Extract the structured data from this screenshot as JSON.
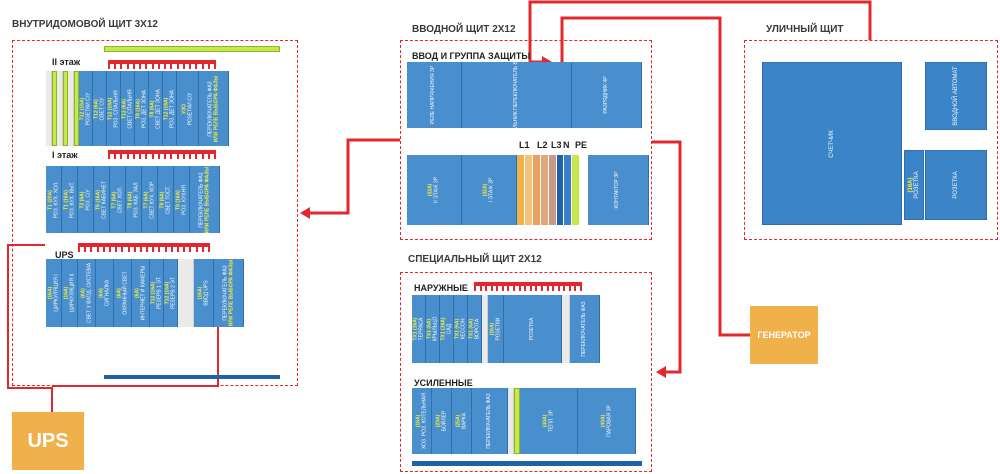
{
  "panels": {
    "internal": {
      "title": "ВНУТРИДОМОВОЙ ЩИТ 3Х12",
      "floor2": {
        "label": "II этаж",
        "modules": [
          {
            "rating": "T12 (16А)",
            "name": "РОЗЕТКИ С/У"
          },
          {
            "rating": "T12 (6А)",
            "name": "СВЕТ С/У"
          },
          {
            "rating": "T12 (16А)",
            "name": "РОЗ. СПАЛЬНЯ"
          },
          {
            "rating": "T12 (6А)",
            "name": "СВЕТ СПАЛЬНЯ"
          },
          {
            "rating": "T8 (16А)",
            "name": "РОЗ. ДЕТ ЗОНА"
          },
          {
            "rating": "T8 (6А)",
            "name": "СВЕТ ДЕТ ЗОНА"
          },
          {
            "rating": "T12 (16А)",
            "name": "РОЗ. ДЕТ ЗОНА"
          },
          {
            "rating": "УЗО",
            "name": "РОЗЕТКИ С/У"
          },
          {
            "rating": "",
            "name": "ПЕРЕКЛЮЧАТЕЛЬ ФАЗ",
            "extra": "ИЛИ РЕЛЕ ВЫБОРА ФАЗЫ"
          }
        ]
      },
      "floor1": {
        "label": "I этаж",
        "modules": [
          {
            "rating": "T1 (20А)",
            "name": "РОЗ. КУХ. ХОЛ."
          },
          {
            "rating": "T1 (16А)",
            "name": "РОЗ. КУХ. ВЫТ."
          },
          {
            "rating": "T2 (6А)",
            "name": "РОЗ. С/У"
          },
          {
            "rating": "T6 (16А)",
            "name": "СВЕТ КАБИНЕТ"
          },
          {
            "rating": "T7 (6А)",
            "name": "СВЕТ ХОЛ."
          },
          {
            "rating": "T8 (6А)",
            "name": "РОЗ. КАБ. ЗАЛ"
          },
          {
            "rating": "T7 (6А)",
            "name": "СВЕТ КУХ. КОР."
          },
          {
            "rating": "T8 (6А)",
            "name": "СВЕТ ГОСТ."
          },
          {
            "rating": "T8 (16А)",
            "name": "РОЗ. КУХНЯ"
          },
          {
            "rating": "",
            "name": "ПЕРЕКЛЮЧАТЕЛЬ ФАЗ",
            "extra": "ИЛИ РЕЛЕ ВЫБОРА ФАЗЫ"
          }
        ]
      },
      "ups": {
        "label": "UPS",
        "modules": [
          {
            "rating": "(16А)",
            "name": "ЦИРКУЛЯЦИЯ I"
          },
          {
            "rating": "(16А)",
            "name": "ЦИРКУЛЯЦИЯ II"
          },
          {
            "rating": "(6А)",
            "name": "СВЕТ У ВХОД. СИСТЕМА"
          },
          {
            "rating": "(6А)",
            "name": "СИГНАЛКА"
          },
          {
            "rating": "(6А)",
            "name": "ОХРАННЫЙ СВЕТ"
          },
          {
            "rating": "(6А)",
            "name": "ИНТЕРНЕТ И КАМЕРЫ"
          },
          {
            "rating": "T12 (16А)",
            "name": "РЕЗЕРВ 1 ЭТ"
          },
          {
            "rating": "T12 (16А)",
            "name": "РЕЗЕРВ 2 ЭТ"
          },
          {
            "rating": "",
            "name": ""
          },
          {
            "rating": "(16А)",
            "name": "ВВОД UPS"
          },
          {
            "rating": "",
            "name": "ПЕРЕКЛЮЧАТЕЛЬ ФАЗ",
            "extra": "ИЛИ РЕЛЕ ВЫБОРА ФАЗЫ"
          }
        ]
      }
    },
    "input": {
      "title": "ВВОДНОЙ ЩИТ 2Х12",
      "subtitle": "ВВОД И ГРУППА ЗАЩИТЫ",
      "top_modules": [
        {
          "name": "РЕЛЕ НАПРЯЖЕНИЯ 3Р"
        },
        {
          "name": "ГЛАВНЫЙ РУБИЛЬНИК ПЕРЕКЛЮЧАТЕЛЬ ВВОДА РЕЗЕРВА"
        },
        {
          "name": "РАЗРЯДНИК 4Р"
        }
      ],
      "bottom_modules": [
        {
          "rating": "(32А)",
          "name": "II ЭТАЖ 3Р"
        },
        {
          "rating": "(32А)",
          "name": "I ЭТАЖ 3Р"
        },
        {
          "rating": "",
          "name": "КОНТАКТОР 3Р"
        }
      ],
      "buses": [
        "L1",
        "L2",
        "L3",
        "N",
        "PE"
      ]
    },
    "street": {
      "title": "УЛИЧНЫЙ ЩИТ",
      "meter": "СЧЕТЧИК",
      "input_breaker": "ВВОДНОЙ АВТОМАТ",
      "small_breaker": {
        "rating": "(16А)",
        "name": "РОЗЕТКА"
      },
      "socket": "РОЗЕТКА"
    },
    "special": {
      "title": "СПЕЦИАЛЬНЫЙ ЩИТ 2Х12",
      "outdoor": {
        "label": "НАРУЖНЫЕ",
        "modules": [
          {
            "rating": "TX1 (16А)",
            "name": "ТЕРРАСА"
          },
          {
            "rating": "TX1 (6А)",
            "name": "КРЫЛЬЦО"
          },
          {
            "rating": "TX1 (16А)",
            "name": "САД"
          },
          {
            "rating": "TX1 (6А)",
            "name": "КЕССОН"
          },
          {
            "rating": "TX1 (6А)",
            "name": "ВОРОТА"
          },
          {
            "rating": "(16А)",
            "name": "РОЗЕТКИ"
          },
          {
            "rating": "",
            "name": "РОЗЕТКА"
          },
          {
            "rating": "",
            "name": "ПЕРЕКЛЮЧАТЕЛЬ ФАЗ"
          }
        ]
      },
      "reinforced": {
        "label": "УСИЛЕННЫЕ",
        "modules": [
          {
            "rating": "(16А)",
            "name": "ХОЗ. РОЗ. КОТЕЛЬНАЯ"
          },
          {
            "rating": "(20А)",
            "name": "БОЙЛЕР"
          },
          {
            "rating": "(25А)",
            "name": "ВАРКА"
          },
          {
            "rating": "",
            "name": "ПЕРЕКЛЮЧАТЕЛЬ ФАЗ"
          },
          {
            "rating": "(40А)",
            "name": "ТЕПЛ. 3Р"
          },
          {
            "rating": "(40А)",
            "name": "ПАРОВАЯ 3Р"
          }
        ]
      }
    }
  },
  "generator_label": "ГЕНЕРАТОР",
  "ups_label": "UPS",
  "colors": {
    "module": "#4a8fcd",
    "accent_red": "#e0282e",
    "label_yellow": "#f2f040",
    "bus_green": "#c6e84a",
    "bus_blue": "#1e62a8",
    "generator": "#f0b04a"
  }
}
